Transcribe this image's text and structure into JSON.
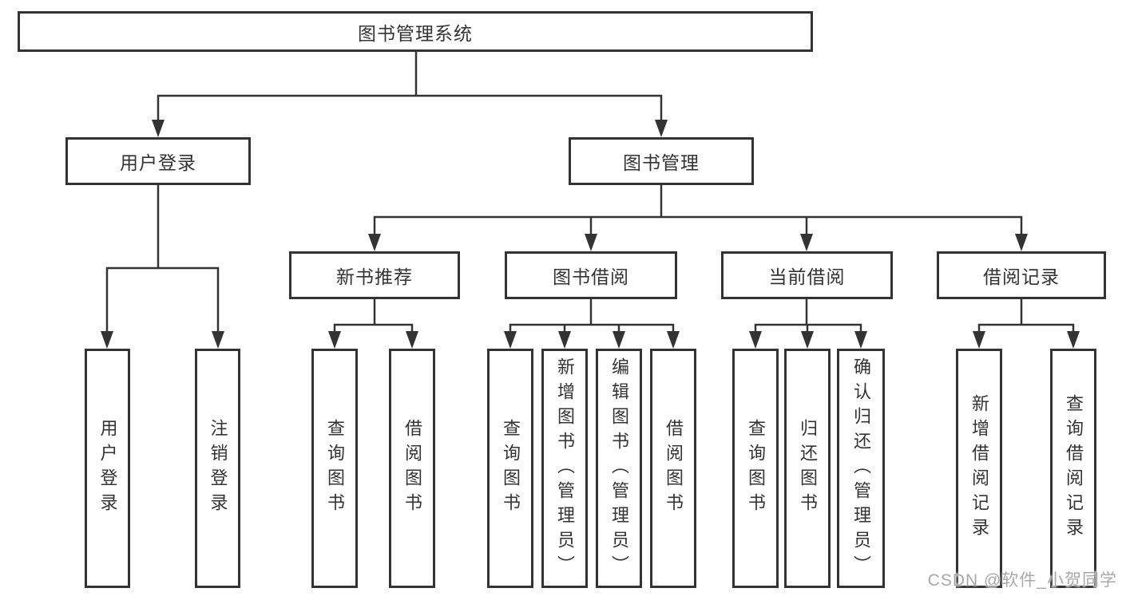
{
  "labels": {
    "root": "图书管理系统",
    "user_login": "用户登录",
    "book_management": "图书管理",
    "new_book_recommend": "新书推荐",
    "book_borrowing": "图书借阅",
    "current_borrowing": "当前借阅",
    "borrowing_records": "借阅记录",
    "leaf_user_login": "用户登录",
    "leaf_logout_login": "注销登录",
    "leaf_query_books_a": "查询图书",
    "leaf_borrow_books_a": "借阅图书",
    "leaf_query_books_b": "查询图书",
    "leaf_add_books_admin": "新增图书（管理员）",
    "leaf_edit_books_admin": "编辑图书（管理员）",
    "leaf_borrow_books_b": "借阅图书",
    "leaf_query_books_c": "查询图书",
    "leaf_return_books": "归还图书",
    "leaf_confirm_return_admin": "确认归还（管理员）",
    "leaf_add_borrow_record": "新增借阅记录",
    "leaf_query_borrow_record": "查询借阅记录"
  },
  "hierarchy": {
    "图书管理系统": {
      "用户登录": [
        "用户登录",
        "注销登录"
      ],
      "图书管理": {
        "新书推荐": [
          "查询图书",
          "借阅图书"
        ],
        "图书借阅": [
          "查询图书",
          "新增图书（管理员）",
          "编辑图书（管理员）",
          "借阅图书"
        ],
        "当前借阅": [
          "查询图书",
          "归还图书",
          "确认归还（管理员）"
        ],
        "借阅记录": [
          "新增借阅记录",
          "查询借阅记录"
        ]
      }
    }
  },
  "watermark": "CSDN @软件_小贺同学",
  "colors": {
    "line": "#333333",
    "box_border": "#333333",
    "text": "#333333",
    "watermark_text": "#a8a8a8",
    "background": "#ffffff"
  }
}
